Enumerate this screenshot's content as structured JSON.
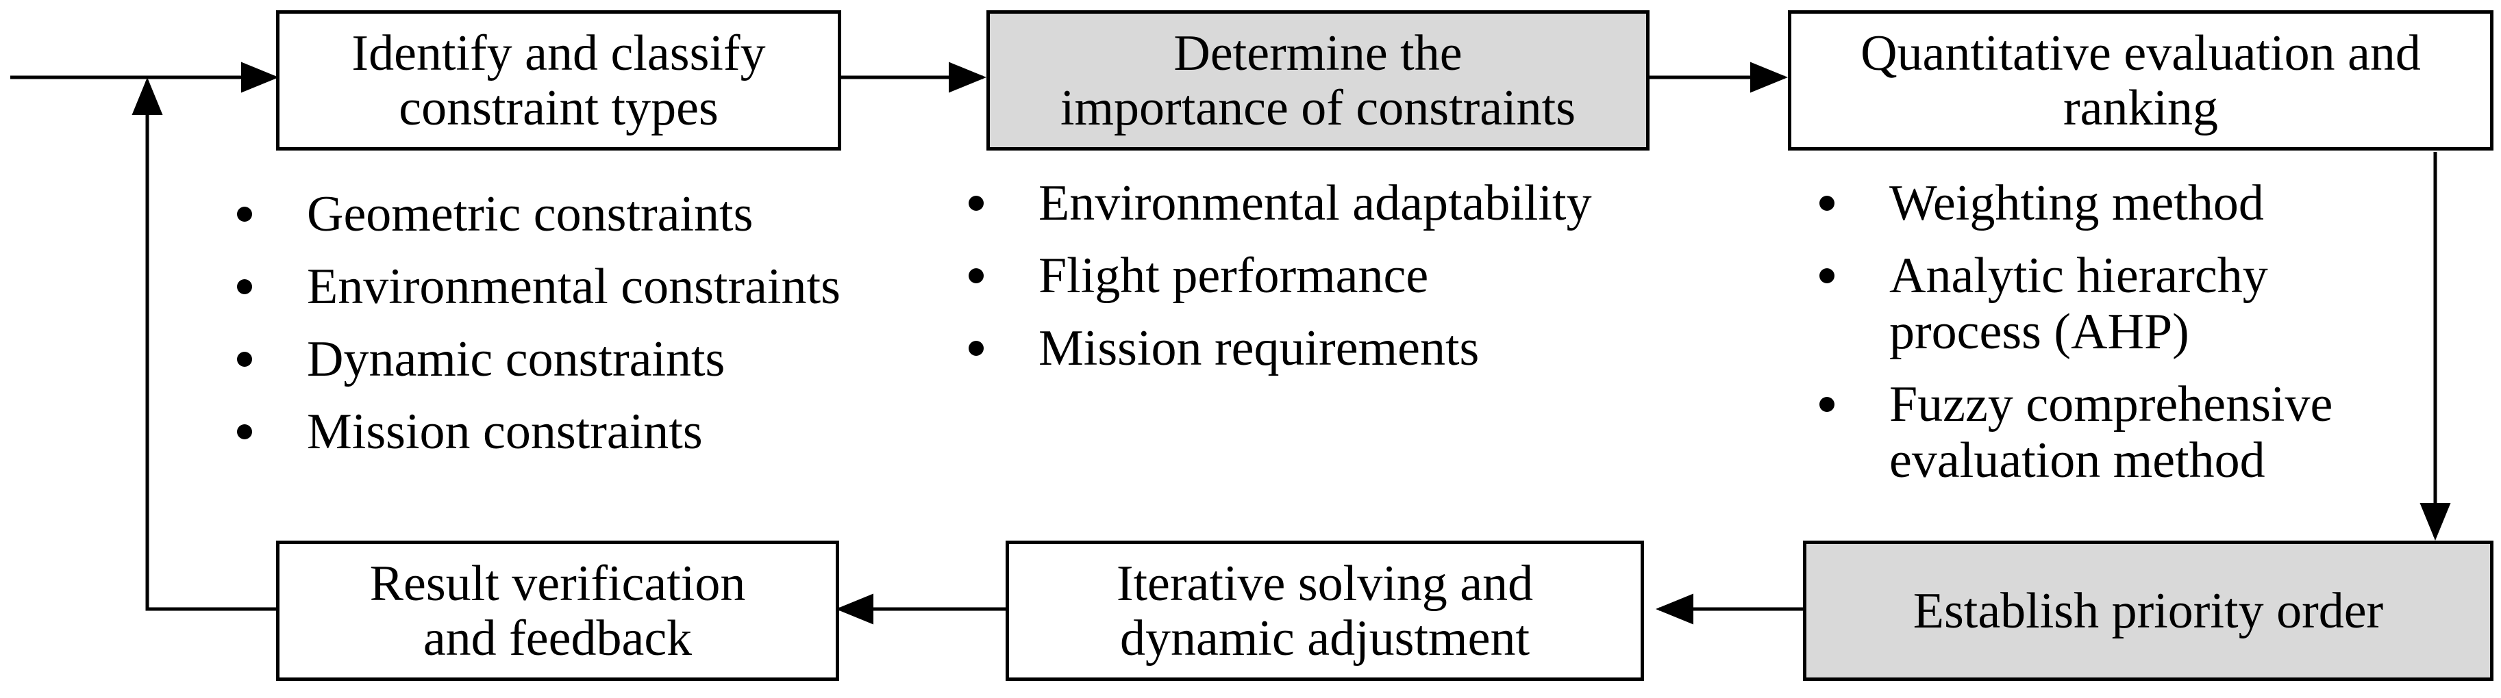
{
  "colors": {
    "box_fill": "#ffffff",
    "highlight_fill": "#d9d9d9",
    "stroke": "#000000"
  },
  "steps": {
    "identify": "Identify and classify\nconstraint types",
    "importance": "Determine the\nimportance of constraints",
    "evaluation": "Quantitative evaluation and\nranking",
    "priority": "Establish priority order",
    "iterative": "Iterative solving and\ndynamic adjustment",
    "verification": "Result verification\nand feedback"
  },
  "constraint_types": [
    "Geometric constraints",
    "Environmental constraints",
    "Dynamic constraints",
    "Mission constraints"
  ],
  "importance_factors": [
    "Environmental adaptability",
    "Flight performance",
    "Mission requirements"
  ],
  "evaluation_methods": [
    "Weighting method",
    "Analytic hierarchy\nprocess (AHP)",
    "Fuzzy comprehensive\nevaluation method"
  ]
}
